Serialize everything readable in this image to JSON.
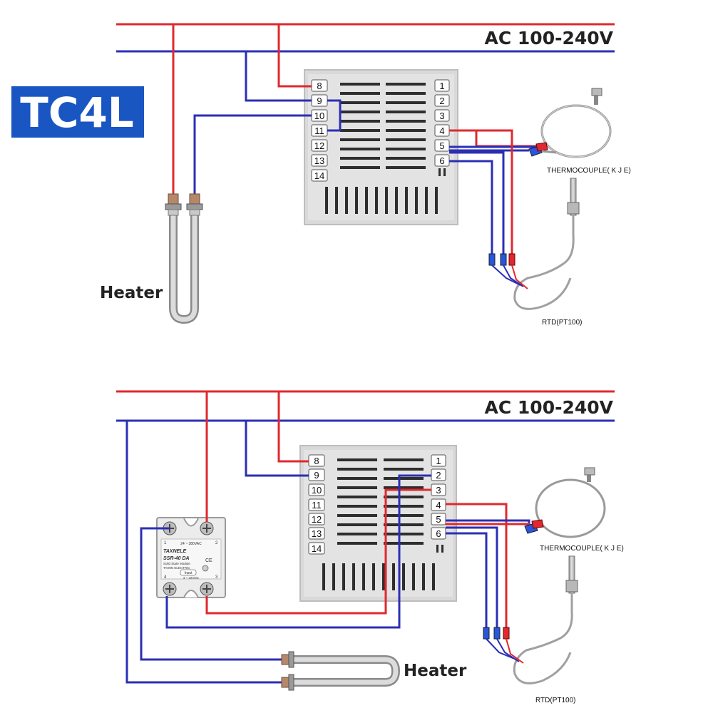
{
  "title": "TC4L",
  "colors": {
    "red": "#e0282f",
    "blue": "#2b2fb5",
    "badge": "#1a56c2"
  },
  "diagram_top": {
    "supply_label": "AC 100-240V",
    "heater_label": "Heater",
    "thermocouple_label": "THERMOCOUPLE( K J E)",
    "rtd_label": "RTD(PT100)",
    "left_terminals": [
      "8",
      "9",
      "10",
      "11",
      "12",
      "13",
      "14"
    ],
    "right_terminals": [
      "1",
      "2",
      "3",
      "4",
      "5",
      "6"
    ]
  },
  "diagram_bottom": {
    "supply_label": "AC 100-240V",
    "heater_label": "Heater",
    "thermocouple_label": "THERMOCOUPLE( K J E)",
    "rtd_label": "RTD(PT100)",
    "left_terminals": [
      "8",
      "9",
      "10",
      "11",
      "12",
      "13",
      "14"
    ],
    "right_terminals": [
      "1",
      "2",
      "3",
      "4",
      "5",
      "6"
    ],
    "ssr": {
      "brand": "TAXNELE",
      "model": "SSR-40 DA",
      "subtitle": "Solid State Module",
      "maker": "TAIXIN ELECTRIC",
      "output_range": "24 ~ 380VAC",
      "input_label": "Input",
      "input_range": "3 ~ 32VDC",
      "pin1": "1",
      "pin2": "2",
      "pin3": "3",
      "pin4": "4",
      "cert": "CE"
    }
  }
}
